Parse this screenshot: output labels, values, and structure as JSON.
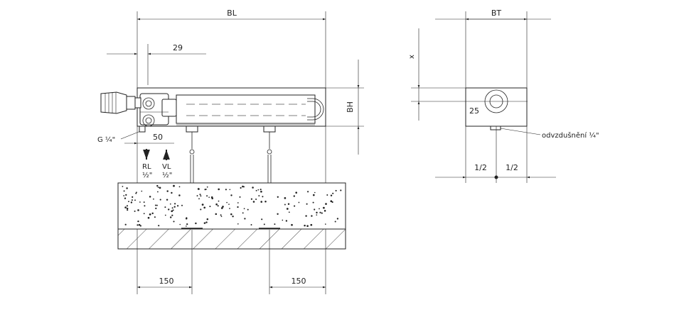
{
  "front_view": {
    "dim_width": "BL",
    "dim_height": "BH",
    "dim_offset_top": "29",
    "dim_pipe_spacing": "50",
    "thread_label": "G ¼\"",
    "return_label": "RL",
    "return_size": "½\"",
    "flow_label": "VL",
    "flow_size": "½\"",
    "dim_left_support": "150",
    "dim_right_support": "150"
  },
  "side_view": {
    "dim_depth": "BT",
    "dim_x": "x",
    "dim_axis": "25",
    "vent_label": "odvzdušnění ¼\"",
    "half_left": "1/2",
    "half_right": "1/2"
  }
}
